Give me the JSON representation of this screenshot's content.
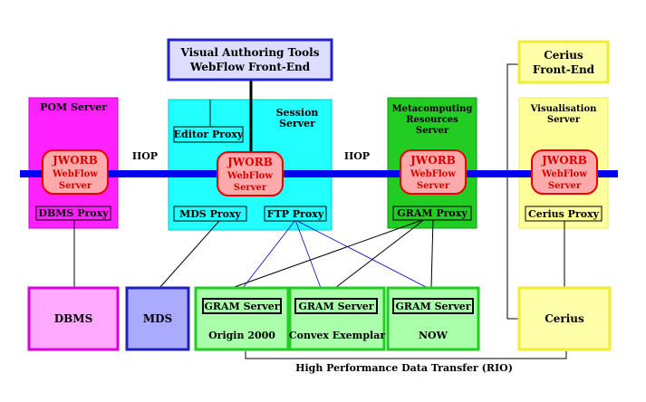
{
  "title_box": {
    "line1": "Visual Authoring Tools",
    "line2": "WebFlow Front-End"
  },
  "cerius_frontend": {
    "line1": "Cerius",
    "line2": "Front-End"
  },
  "servers": {
    "pom": {
      "label": "POM Server",
      "proxy": "DBMS Proxy"
    },
    "session": {
      "label1": "Session",
      "label2": "Server",
      "editor_proxy": "Editor Proxy",
      "mds_proxy": "MDS Proxy",
      "ftp_proxy": "FTP Proxy"
    },
    "metacomputing": {
      "label1": "Metacomputing",
      "label2": "Resources",
      "label3": "Server",
      "proxy": "GRAM Proxy"
    },
    "visualisation": {
      "label1": "Visualisation",
      "label2": "Server",
      "proxy": "Cerius Proxy"
    }
  },
  "jworb": {
    "line1": "JWORB",
    "line2": "WebFlow",
    "line3": "Server"
  },
  "iiop": {
    "left": "IIOP",
    "right": "IIOP"
  },
  "resources": {
    "dbms": "DBMS",
    "mds": "MDS",
    "gram_server": "GRAM Server",
    "origin": "Origin 2000",
    "convex": "Convex Exemplar",
    "now": "NOW",
    "cerius": "Cerius"
  },
  "transfer_label": "High Performance Data Transfer (RIO)",
  "colors": {
    "magenta": "#ff22ff",
    "cyan": "#22ffff",
    "green": "#22cc22",
    "yellow": "#ffff99",
    "blue_bus": "#0000ee",
    "jworb_fill": "#ffaaaa",
    "jworb_text": "#d40000"
  }
}
